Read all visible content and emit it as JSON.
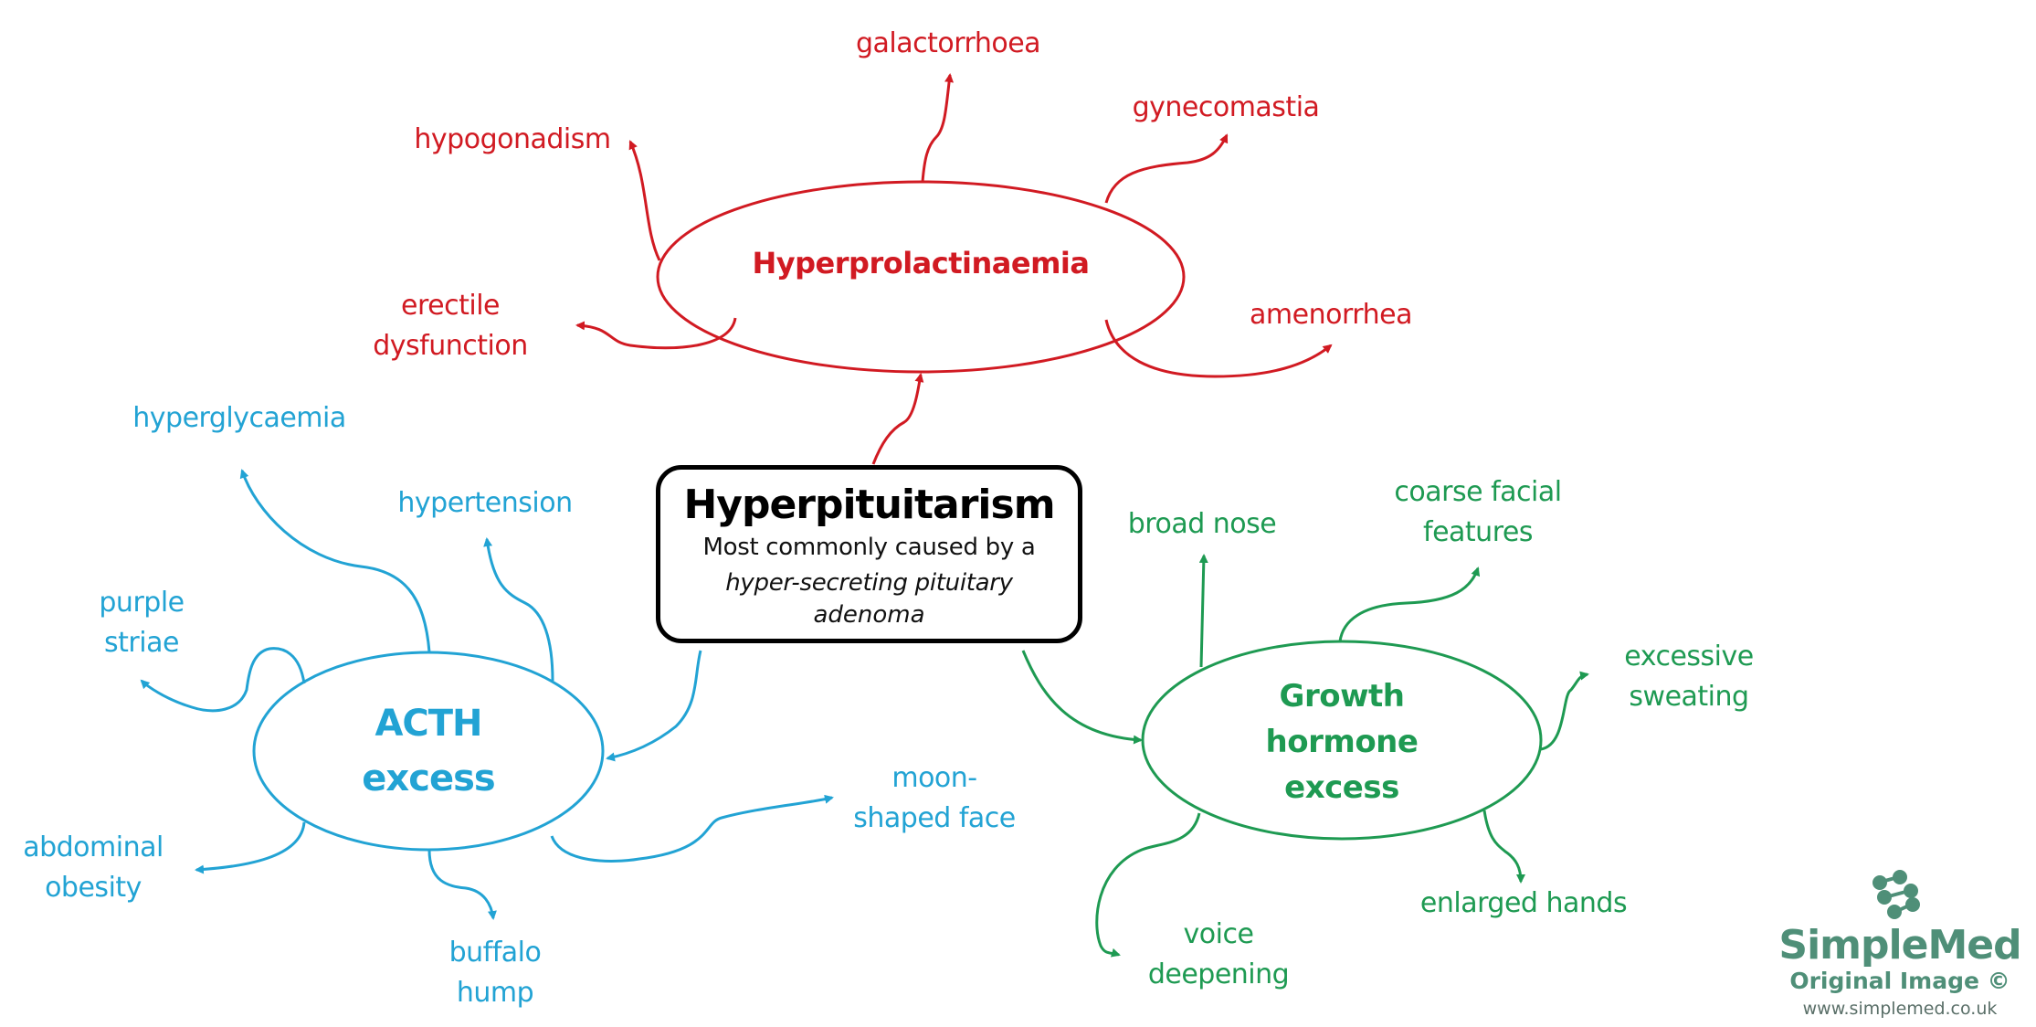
{
  "central": {
    "title": "Hyperpituitarism",
    "subtitle_line1": "Most commonly caused by a",
    "subtitle_italic_line1": "hyper-secreting pituitary",
    "subtitle_italic_line2": "adenoma"
  },
  "colors": {
    "prolactin": "#d11a22",
    "acth": "#22a3d4",
    "growth_hormone": "#1e9a52",
    "central_border": "#000000",
    "logo": "#4f8f78"
  },
  "hyperprolactinaemia": {
    "title": "Hyperprolactinaemia",
    "features": {
      "galactorrhoea": "galactorrhoea",
      "gynecomastia": "gynecomastia",
      "hypogonadism": "hypogonadism",
      "erectile_1": "erectile",
      "erectile_2": "dysfunction",
      "amenorrhea": "amenorrhea"
    }
  },
  "acth": {
    "title_line1": "ACTH",
    "title_line2": "excess",
    "features": {
      "hyperglycaemia": "hyperglycaemia",
      "hypertension": "hypertension",
      "purple_1": "purple",
      "purple_2": "striae",
      "abdominal_1": "abdominal",
      "abdominal_2": "obesity",
      "buffalo_1": "buffalo",
      "buffalo_2": "hump",
      "moon_1": "moon-",
      "moon_2": "shaped face"
    }
  },
  "growth_hormone": {
    "title_line1": "Growth",
    "title_line2": "hormone",
    "title_line3": "excess",
    "features": {
      "broad_nose": "broad nose",
      "coarse_1": "coarse facial",
      "coarse_2": "features",
      "sweating_1": "excessive",
      "sweating_2": "sweating",
      "hands": "enlarged hands",
      "voice_1": "voice",
      "voice_2": "deepening"
    }
  },
  "watermark": {
    "brand": "SimpleMed",
    "line2": "Original Image ©",
    "url": "www.simplemed.co.uk"
  }
}
